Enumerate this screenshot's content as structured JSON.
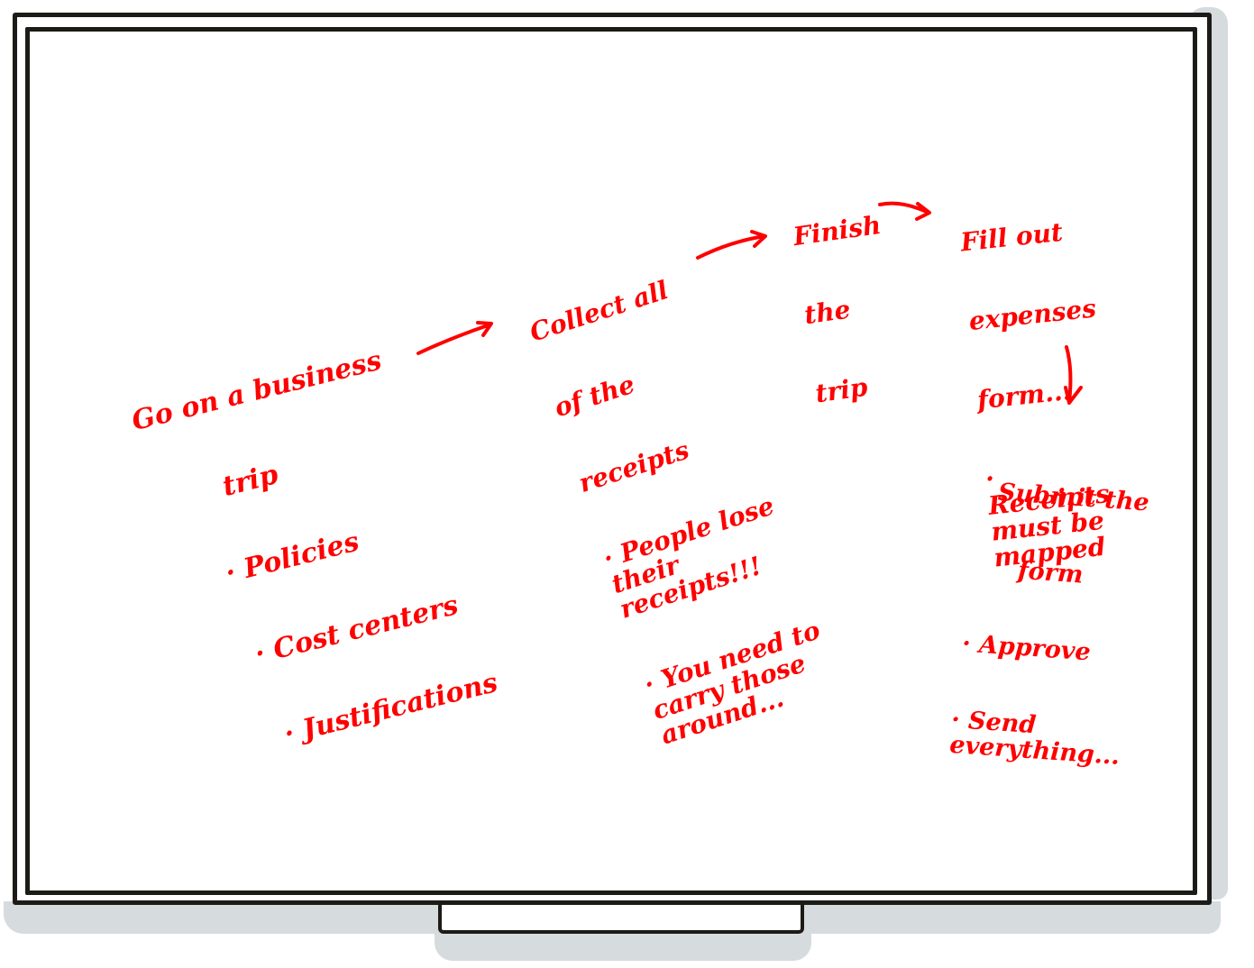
{
  "board": {
    "type": "whiteboard",
    "ink_color": "#ff0000",
    "frame_color": "#1c1b17",
    "shadow_color": "#d6dbdd"
  },
  "steps": [
    {
      "id": "go-on-business-trip",
      "title_lines": [
        "Go on a business",
        "trip"
      ],
      "bullets": [
        "Policies",
        "Cost centers",
        "Justifications"
      ]
    },
    {
      "id": "collect-receipts",
      "title_lines": [
        "Collect all",
        "of the",
        "receipts"
      ],
      "bullets": [
        "People lose their receipts!!!",
        "You need to carry those around..."
      ]
    },
    {
      "id": "finish-trip",
      "title_lines": [
        "Finish",
        "the",
        "trip"
      ],
      "bullets": []
    },
    {
      "id": "fill-expenses-form",
      "title_lines": [
        "Fill out",
        "expenses",
        "form..."
      ],
      "bullets": [
        "Receipts must be mapped"
      ]
    },
    {
      "id": "submit-form",
      "title_lines": [
        "Submit the",
        "form"
      ],
      "bullets": [
        "Approve",
        "Send everything..."
      ]
    }
  ],
  "arrows": [
    {
      "from": "go-on-business-trip",
      "to": "collect-receipts",
      "direction": "right"
    },
    {
      "from": "collect-receipts",
      "to": "finish-trip",
      "direction": "right"
    },
    {
      "from": "finish-trip",
      "to": "fill-expenses-form",
      "direction": "right"
    },
    {
      "from": "fill-expenses-form",
      "to": "submit-form",
      "direction": "down"
    }
  ]
}
